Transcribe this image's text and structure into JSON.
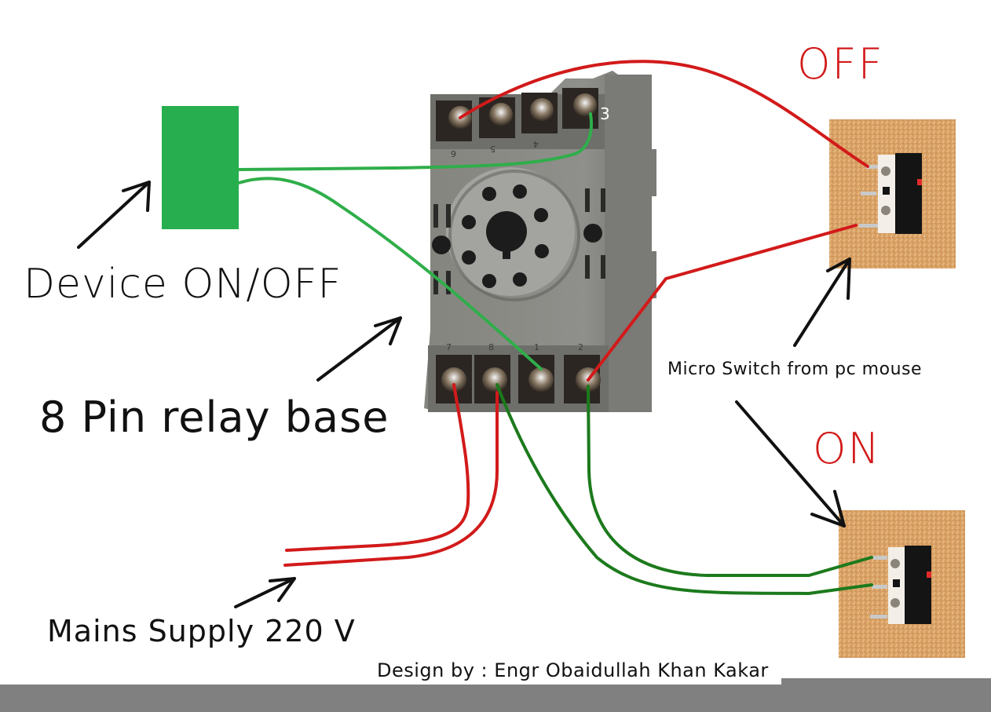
{
  "labels": {
    "device": "Device ON/OFF",
    "relay_base": "8 Pin relay base",
    "mains": "Mains Supply 220 V",
    "micro_switch": "Micro Switch from pc mouse",
    "off": "OFF",
    "on": "ON",
    "credit": "Design by : Engr Obaidullah Khan Kakar"
  },
  "relay": {
    "top_pins": [
      "6",
      "5",
      "4",
      "3"
    ],
    "bottom_pins": [
      "7",
      "8",
      "1",
      "2"
    ],
    "pin_annotation": "3"
  },
  "colors": {
    "device_box": "#27ae4f",
    "wire_red": "#d21a1a",
    "wire_green_light": "#2fae4a",
    "wire_green_dark": "#1c7a1c",
    "relay_body": "#8c8c8a",
    "switch_background": "#d9a066",
    "state_text": "#d21a1a"
  }
}
